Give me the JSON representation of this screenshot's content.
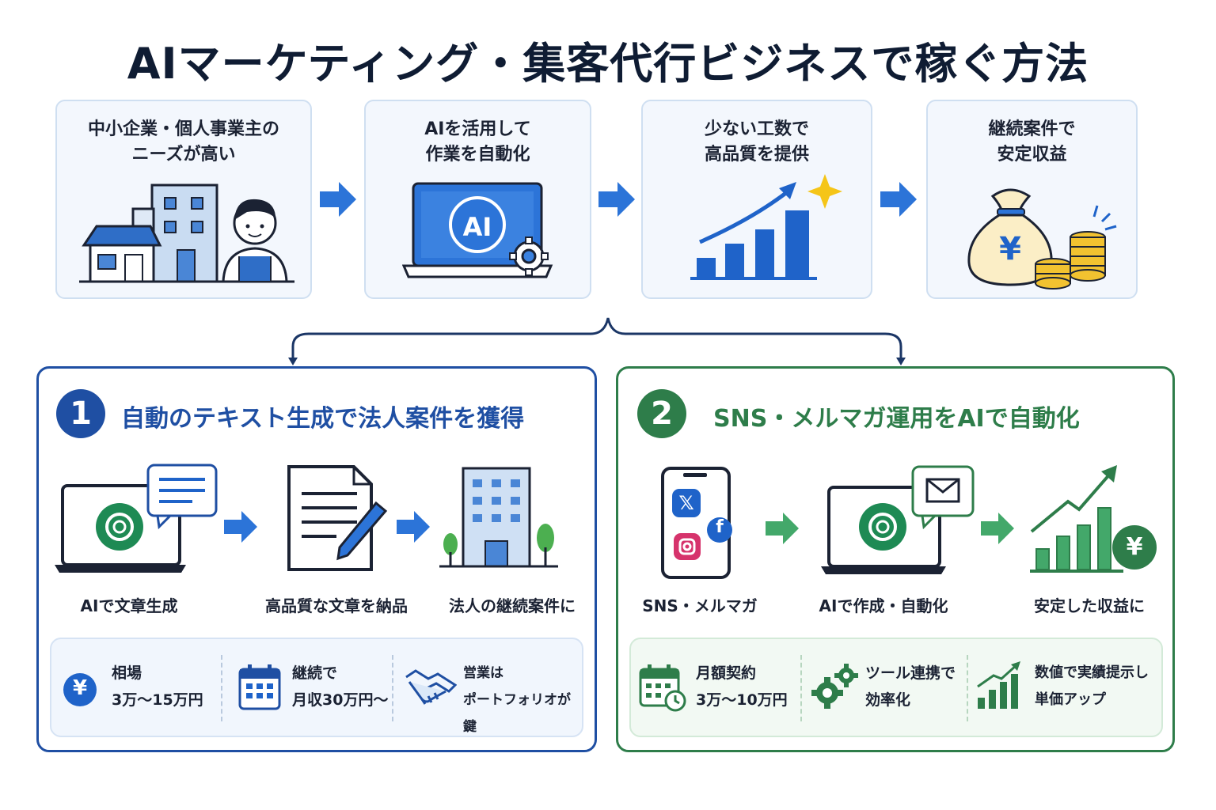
{
  "title": "AIマーケティング・集客代行ビジネスで稼ぐ方法",
  "flow": [
    {
      "line1": "中小企業・個人事業主の",
      "line2": "ニーズが高い",
      "icon": "small-business-icon"
    },
    {
      "line1": "AIを活用して",
      "line2": "作業を自動化",
      "icon": "ai-laptop-icon",
      "icon_text": "AI"
    },
    {
      "line1": "少ない工数で",
      "line2": "高品質を提供",
      "icon": "growth-chart-icon"
    },
    {
      "line1": "継続案件で",
      "line2": "安定収益",
      "icon": "money-bag-icon",
      "icon_text": "¥"
    }
  ],
  "panel1": {
    "number": "1",
    "title": "自動のテキスト生成で法人案件を獲得",
    "color": "#1f4fa3",
    "steps": [
      "AIで文章生成",
      "高品質な文章を納品",
      "法人の継続案件に"
    ],
    "info": [
      {
        "line1": "相場",
        "line2": "3万〜15万円",
        "icon": "yen-icon",
        "icon_text": "¥"
      },
      {
        "line1": "継続で",
        "line2": "月収30万円〜",
        "icon": "calendar-icon"
      },
      {
        "line1": "営業は",
        "line2": "ポートフォリオが鍵",
        "icon": "handshake-icon"
      }
    ]
  },
  "panel2": {
    "number": "2",
    "title": "SNS・メルマガ運用をAIで自動化",
    "color": "#2e7d4a",
    "steps": [
      "SNS・メルマガ",
      "AIで作成・自動化",
      "安定した収益に"
    ],
    "yen": "¥",
    "x_glyph": "𝕏",
    "fb_glyph": "f",
    "info": [
      {
        "line1": "月額契約",
        "line2": "3万〜10万円",
        "icon": "calendar-clock-icon"
      },
      {
        "line1": "ツール連携で",
        "line2": "効率化",
        "icon": "gears-icon"
      },
      {
        "line1": "数値で実績提示し",
        "line2": "単価アップ",
        "icon": "growth-bars-icon"
      }
    ]
  }
}
